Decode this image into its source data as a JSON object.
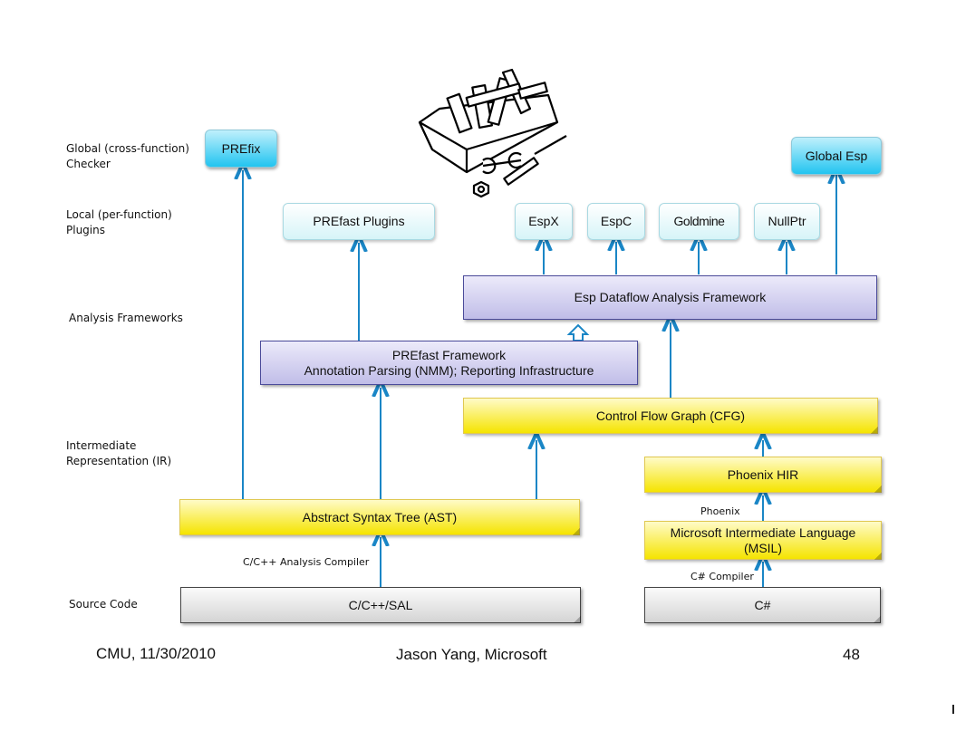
{
  "slide": {
    "page_number": "48",
    "footer_left": "CMU, 11/30/2010",
    "footer_center": "Jason Yang, Microsoft",
    "illustration": "toolbox-icon"
  },
  "row_labels": {
    "global": [
      "Global (cross-function)",
      "Checker"
    ],
    "local": [
      "Local (per-function)",
      "Plugins"
    ],
    "frameworks": "Analysis Frameworks",
    "ir": [
      "Intermediate",
      "Representation (IR)"
    ],
    "source": "Source Code"
  },
  "nodes": {
    "prefix": "PREfix",
    "global_esp": "Global Esp",
    "prefast_plugins": "PREfast Plugins",
    "espx": "EspX",
    "espc": "EspC",
    "goldmine": "Goldmine",
    "nullptr": "NullPtr",
    "esp_framework": "Esp Dataflow Analysis Framework",
    "prefast_framework": [
      "PREfast Framework",
      "Annotation Parsing (NMM); Reporting Infrastructure"
    ],
    "cfg": "Control Flow Graph (CFG)",
    "phoenix_hir": "Phoenix HIR",
    "ast": "Abstract Syntax Tree (AST)",
    "msil": [
      "Microsoft Intermediate Language",
      "(MSIL)"
    ],
    "c_cpp_sal": "C/C++/SAL",
    "csharp": "C#"
  },
  "edge_labels": {
    "cpp_compiler": "C/C++ Analysis Compiler",
    "phoenix": "Phoenix",
    "csharp_compiler": "C# Compiler"
  },
  "colors": {
    "arrow": "#1a86c6",
    "global_box": "#22c4f0",
    "framework_box": "#c0bde8",
    "ir_box": "#f5e400",
    "source_box": "#d4d4d4"
  }
}
